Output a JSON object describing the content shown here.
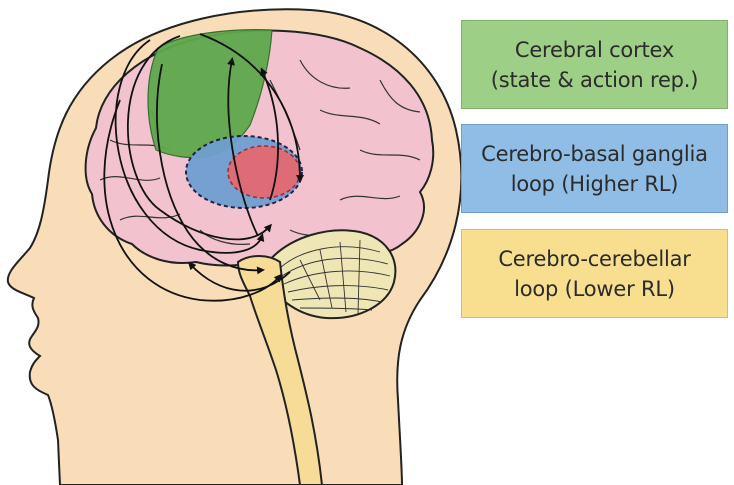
{
  "legend": [
    {
      "id": "cortex",
      "line1": "Cerebral cortex",
      "line2": "(state & action rep.)",
      "fill": "#9ecf86",
      "border": "#7fb26a"
    },
    {
      "id": "basal_ganglia",
      "line1": "Cerebro-basal ganglia",
      "line2": "loop (Higher RL)",
      "fill": "#8fbde6",
      "border": "#6f9fcb"
    },
    {
      "id": "cerebellum",
      "line1": "Cerebro-cerebellar",
      "line2": "loop (Lower RL)",
      "fill": "#f7df8f",
      "border": "#d6bd6c"
    }
  ],
  "colors": {
    "skin": "#f8ddb8",
    "brain": "#f2c3cf",
    "cortex_region": "#5fa84d",
    "basal_ganglia_region": "#6f9fd0",
    "thalamus_region": "#e46a73",
    "cerebellum": "#eee6b4",
    "brainstem": "#f6dc97",
    "outline": "#222222"
  },
  "icons": [
    "head-silhouette",
    "brain",
    "cerebellum",
    "brainstem",
    "loop-arrows"
  ]
}
